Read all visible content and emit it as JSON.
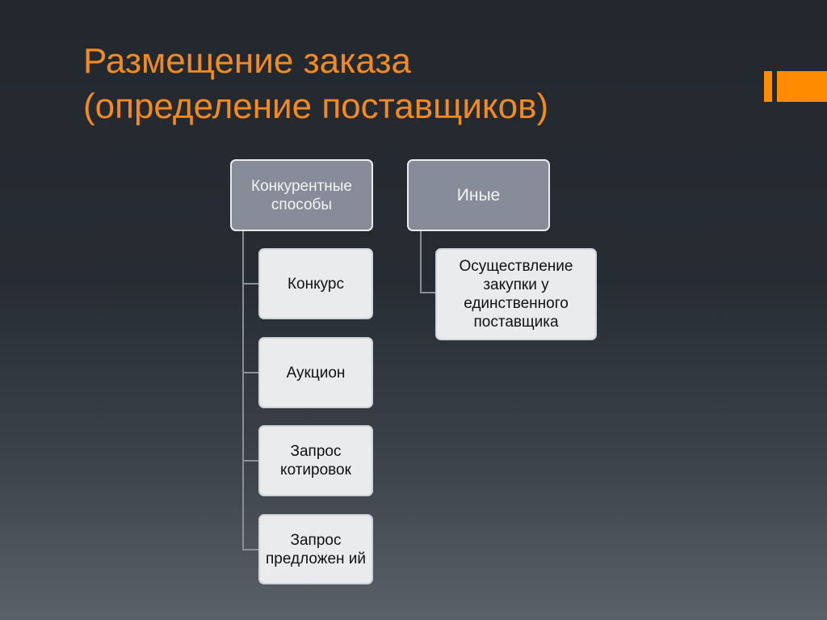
{
  "title": {
    "line1": "Размещение заказа",
    "line2": "(определение поставщиков)"
  },
  "diagram": {
    "groups": [
      {
        "label": "Конкурентные способы",
        "children": [
          "Конкурс",
          "Аукцион",
          "Запрос котировок",
          "Запрос предложен ий"
        ]
      },
      {
        "label": "Иные",
        "children": [
          "Осуществление закупки у единственного поставщика"
        ]
      }
    ]
  },
  "colors": {
    "accent": "#ff8c00",
    "title": "#f28a24"
  }
}
